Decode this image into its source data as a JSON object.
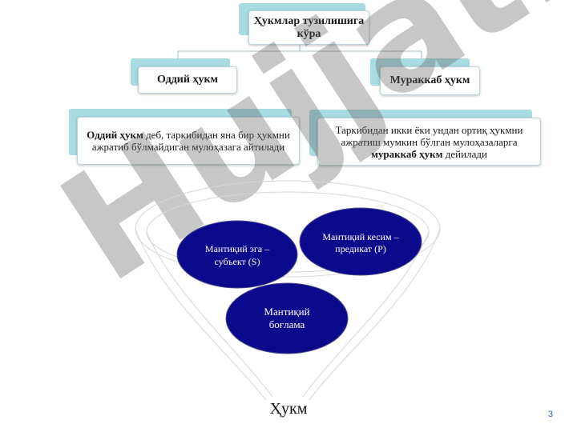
{
  "root": {
    "title": "Ҳукмлар тузилишига кўра"
  },
  "left": {
    "heading": "Оддий ҳукм",
    "desc_bold": "Оддий ҳукм",
    "desc_rest": " деб, таркибидан яна бир ҳукмни ажратиб бўлмайдиган мулоҳазага айтилади"
  },
  "right": {
    "heading": "Мураккаб ҳукм",
    "desc_start": "Таркибидан икки ёки ундан ортиқ ҳукмни ажратиш мумкин бўлган мулоҳазаларга ",
    "desc_bold": "мураккаб ҳукм",
    "desc_end": " дейилади"
  },
  "funnel": {
    "label": "Ҳукм",
    "subject": "Мантиқий эга – субъект (S)",
    "predicate": "Мантиқий кесим – предикат (Р)",
    "copula": "Мантиқий боғлама"
  },
  "watermark": "Hujjat.uz",
  "page_number": "3",
  "colors": {
    "tab": "#a8dbe2",
    "box_border": "#b9d6de",
    "circle_fill": "#0c0a8c",
    "circle_text": "#ffffff",
    "connector": "#9fb9c4",
    "page_number": "#3a5ba8"
  }
}
